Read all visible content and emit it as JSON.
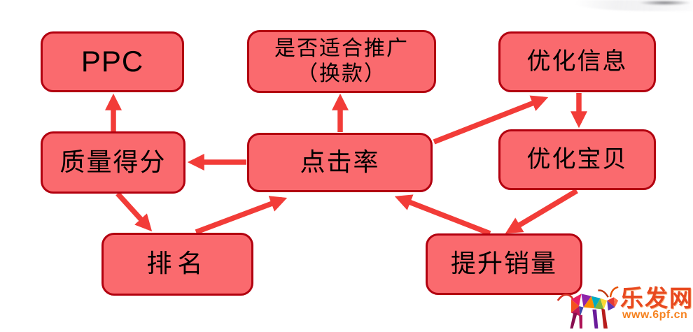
{
  "diagram": {
    "nodes": {
      "ppc": {
        "label": "PPC"
      },
      "suitable": {
        "line1": "是否适合推广",
        "line2": "（换款）"
      },
      "optimize_info": {
        "label": "优化信息"
      },
      "quality_score": {
        "label": "质量得分"
      },
      "ctr": {
        "label": "点击率"
      },
      "optimize_product": {
        "label": "优化宝贝"
      },
      "ranking": {
        "label": "排名"
      },
      "boost_sales": {
        "label": "提升销量"
      }
    },
    "edges": [
      {
        "from": "quality_score",
        "to": "ppc"
      },
      {
        "from": "ctr",
        "to": "suitable"
      },
      {
        "from": "ctr",
        "to": "quality_score"
      },
      {
        "from": "ctr",
        "to": "optimize_info"
      },
      {
        "from": "optimize_info",
        "to": "optimize_product"
      },
      {
        "from": "optimize_product",
        "to": "boost_sales"
      },
      {
        "from": "boost_sales",
        "to": "ctr"
      },
      {
        "from": "quality_score",
        "to": "ranking"
      },
      {
        "from": "ranking",
        "to": "ctr"
      }
    ],
    "colors": {
      "node_fill": "#FA6A6E",
      "node_border": "#B2000F",
      "arrow": "#F23C38",
      "text": "#000000"
    }
  },
  "watermark": {
    "logo": "bull-logo",
    "site_name": "乐发网",
    "site_url": "www.6pf.cn",
    "name_color": "#E8491F",
    "url_color": "#F6821F"
  }
}
